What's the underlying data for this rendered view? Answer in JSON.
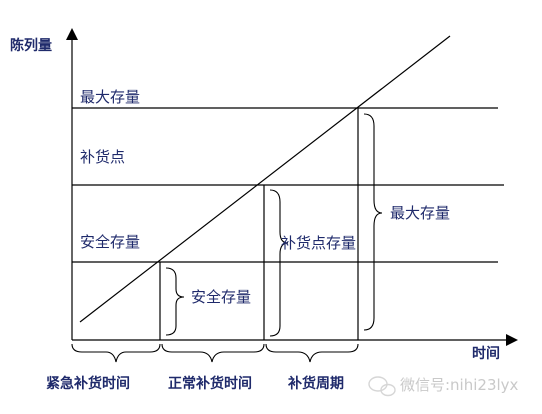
{
  "axes": {
    "y_label": "陈列量",
    "x_label": "时间"
  },
  "levels": {
    "max": "最大存量",
    "reorder": "补货点",
    "safety": "安全存量"
  },
  "annotations": {
    "safety_brace": "安全存量",
    "reorder_brace": "补货点存量",
    "max_brace": "最大存量"
  },
  "periods": {
    "urgent": "紧急补货时间",
    "normal": "正常补货时间",
    "cycle": "补货周期"
  },
  "watermark": {
    "text": "微信号:nihi23lyx",
    "icon": "wechat-icon"
  }
}
